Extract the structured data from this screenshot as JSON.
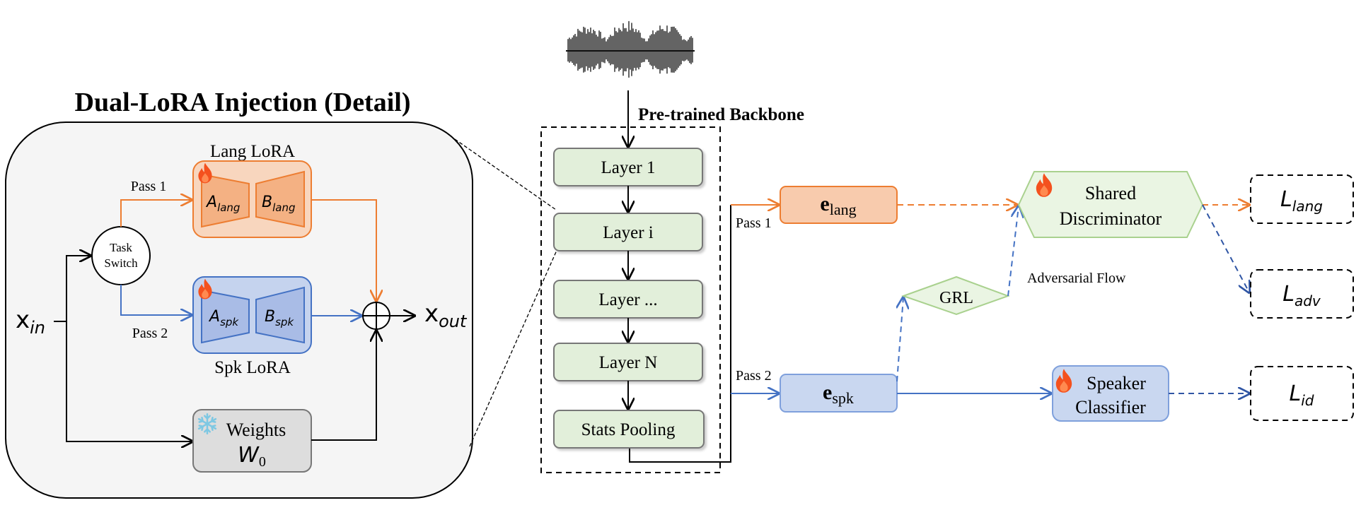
{
  "detail_panel": {
    "title": "Dual-LoRA Injection (Detail)",
    "input_label": {
      "base": "x",
      "sub": "in"
    },
    "output_label": {
      "base": "x",
      "sub": "out"
    },
    "task_switch": {
      "line1": "Task",
      "line2": "Switch"
    },
    "pass1_label": "Pass 1",
    "pass2_label": "Pass 2",
    "lang_lora": {
      "label": "Lang LoRA",
      "a": {
        "base": "A",
        "sub": "lang"
      },
      "b": {
        "base": "B",
        "sub": "lang"
      },
      "icon": "fire-icon"
    },
    "spk_lora": {
      "label": "Spk LoRA",
      "a": {
        "base": "A",
        "sub": "spk"
      },
      "b": {
        "base": "B",
        "sub": "spk"
      },
      "icon": "fire-icon"
    },
    "weights": {
      "line1": "Weights",
      "base": "W",
      "sub": "0",
      "icon": "snowflake-icon"
    },
    "sum_icon": "circled-plus-icon"
  },
  "backbone": {
    "title": "Pre-trained Backbone",
    "input_icon": "waveform-icon",
    "layers": [
      "Layer 1",
      "Layer i",
      "Layer ...",
      "Layer N",
      "Stats Pooling"
    ]
  },
  "heads": {
    "pass1_label": "Pass 1",
    "pass2_label": "Pass 2",
    "e_lang": {
      "base": "e",
      "sub": "lang"
    },
    "e_spk": {
      "base": "e",
      "sub": "spk"
    },
    "grl": "GRL",
    "adversarial_flow": "Adversarial Flow",
    "shared_discriminator": {
      "line1": "Shared",
      "line2": "Discriminator",
      "icon": "fire-icon"
    },
    "speaker_classifier": {
      "line1": "Speaker",
      "line2": "Classifier",
      "icon": "fire-icon"
    },
    "losses": [
      {
        "base": "L",
        "sub": "lang"
      },
      {
        "base": "L",
        "sub": "adv"
      },
      {
        "base": "L",
        "sub": "id"
      }
    ]
  },
  "colors": {
    "lang_stroke": "#ED7D31",
    "lang_fill": "#F8CBAD",
    "lang_inner": "#F4B183",
    "spk_stroke": "#4472C4",
    "spk_fill": "#C5D3EE",
    "spk_inner": "#A9BCE6",
    "layer_fill": "#E2EFDA",
    "disc_stroke": "#A9D18E",
    "panel_fill": "#F5F5F5",
    "weights_fill": "#DDDDDD",
    "fire": "#F4511E",
    "snow": "#7EC8E3"
  }
}
